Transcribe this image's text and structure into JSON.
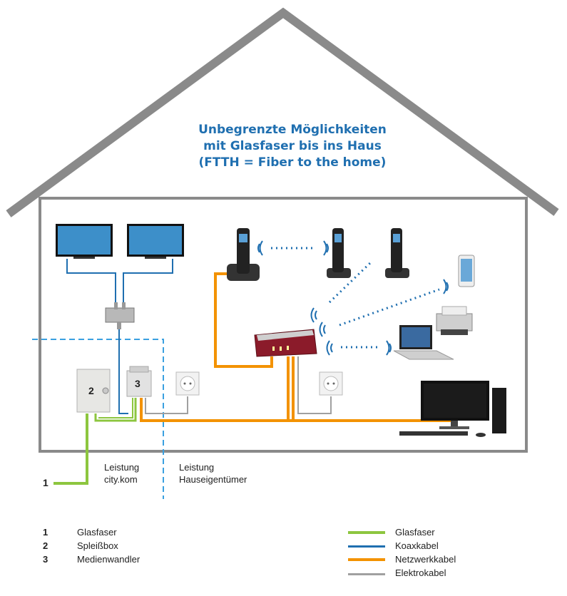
{
  "title": {
    "line1": "Unbegrenzte Möglichkeiten",
    "line2": "mit Glasfaser bis ins Haus",
    "line3": "(FTTH = Fiber to the home)"
  },
  "labels": {
    "service_citykom_1": "Leistung",
    "service_citykom_2": "city.kom",
    "service_owner_1": "Leistung",
    "service_owner_2": "Hauseigentümer",
    "entry_number": "1",
    "box2_number": "2",
    "box3_number": "3"
  },
  "legend_numbers": [
    {
      "num": "1",
      "text": "Glasfaser"
    },
    {
      "num": "2",
      "text": "Spleißbox"
    },
    {
      "num": "3",
      "text": "Medienwandler"
    }
  ],
  "legend_cables": [
    {
      "text": "Glasfaser",
      "color": "#8dc63f"
    },
    {
      "text": "Koaxkabel",
      "color": "#1f6fb0"
    },
    {
      "text": "Netzwerkkabel",
      "color": "#f39200"
    },
    {
      "text": "Elektrokabel",
      "color": "#a0a0a0"
    }
  ],
  "colors": {
    "fiber": "#8dc63f",
    "coax": "#1f6fb0",
    "network": "#f39200",
    "power": "#a0a0a0",
    "house": "#8a8a8a",
    "boundary": "#3aa0e0"
  }
}
